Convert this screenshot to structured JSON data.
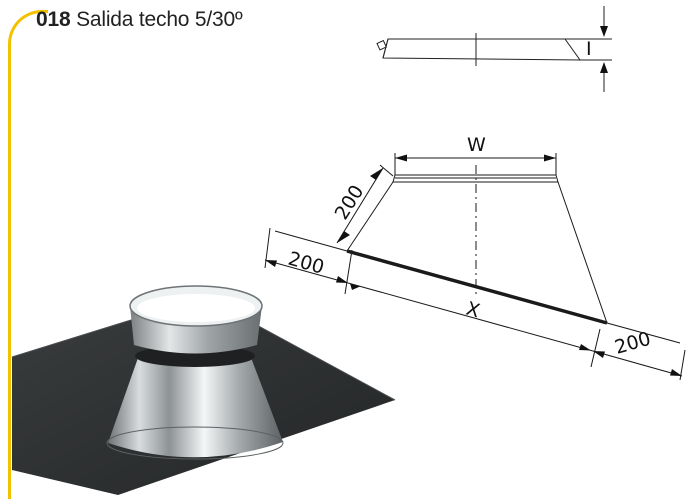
{
  "header": {
    "code": "018",
    "name": "Salida techo 5/30º"
  },
  "dimensions": {
    "width_label": "W",
    "height_label": "I",
    "span_label": "X",
    "slant_top": "200",
    "left_offset": "200",
    "right_offset": "200"
  },
  "colors": {
    "accent": "#f2c200",
    "flashing_plate": "#2e3030",
    "steel": "#b9bdbf"
  }
}
